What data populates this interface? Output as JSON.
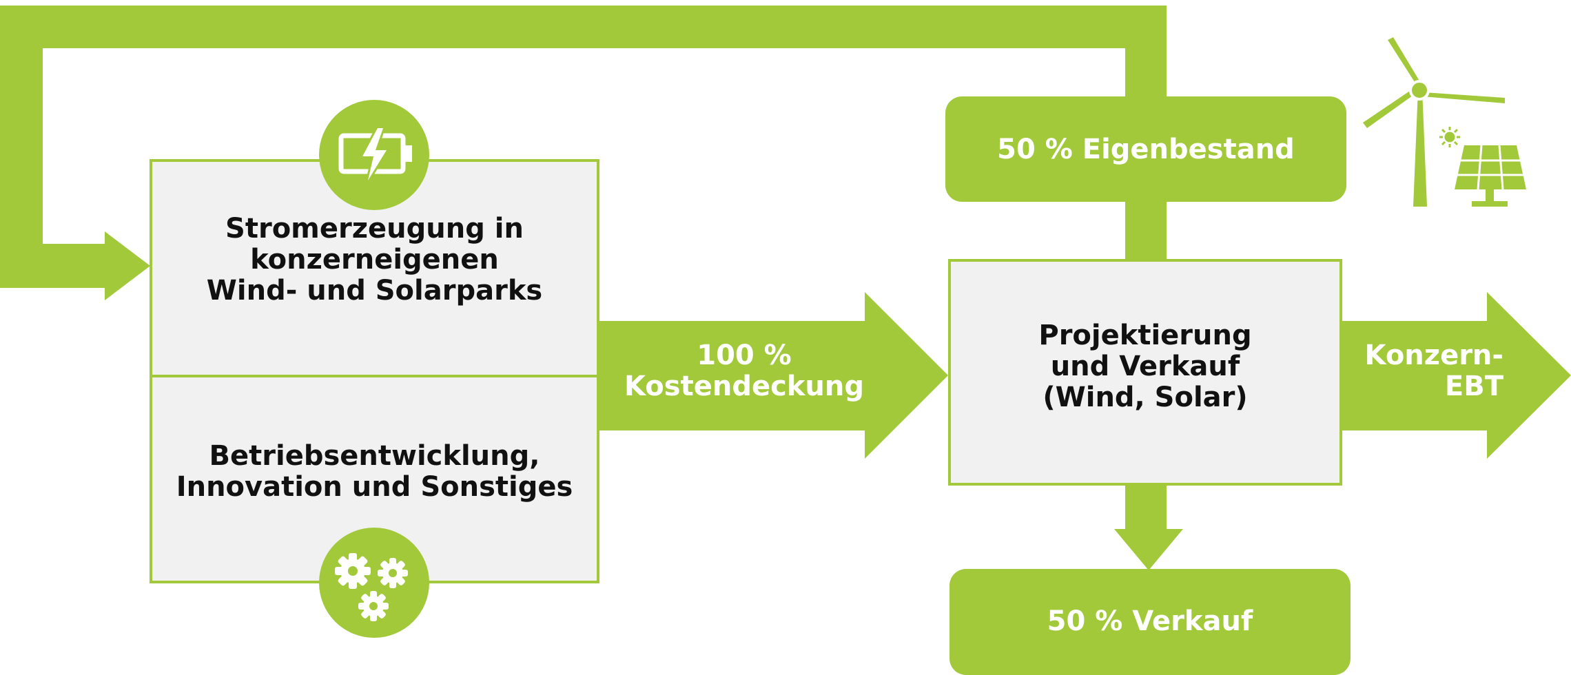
{
  "colors": {
    "green": "#a2c93a",
    "box_fill": "#f1f1f1",
    "text_dark": "#111111",
    "text_light": "#ffffff"
  },
  "boxes": {
    "generation": {
      "line1": "Stromerzeugung in",
      "line2": "konzerneigenen",
      "line3": "Wind- und Solarparks",
      "icon": "battery-charging-icon"
    },
    "development": {
      "line1": "Betriebsentwicklung,",
      "line2": "Innovation und Sonstiges",
      "icon": "gears-icon"
    },
    "projects": {
      "line1": "Projektierung",
      "line2": "und Verkauf",
      "line3": "(Wind, Solar)"
    }
  },
  "flows": {
    "cost_coverage": {
      "line1": "100 %",
      "line2": "Kostendeckung"
    },
    "ebt": {
      "line1": "Konzern-",
      "line2": "EBT"
    },
    "own_stock": "50 % Eigenbestand",
    "sale": "50 % Verkauf"
  },
  "decoration": {
    "renewables_icon": "wind-turbine-solar-panel-icon"
  }
}
